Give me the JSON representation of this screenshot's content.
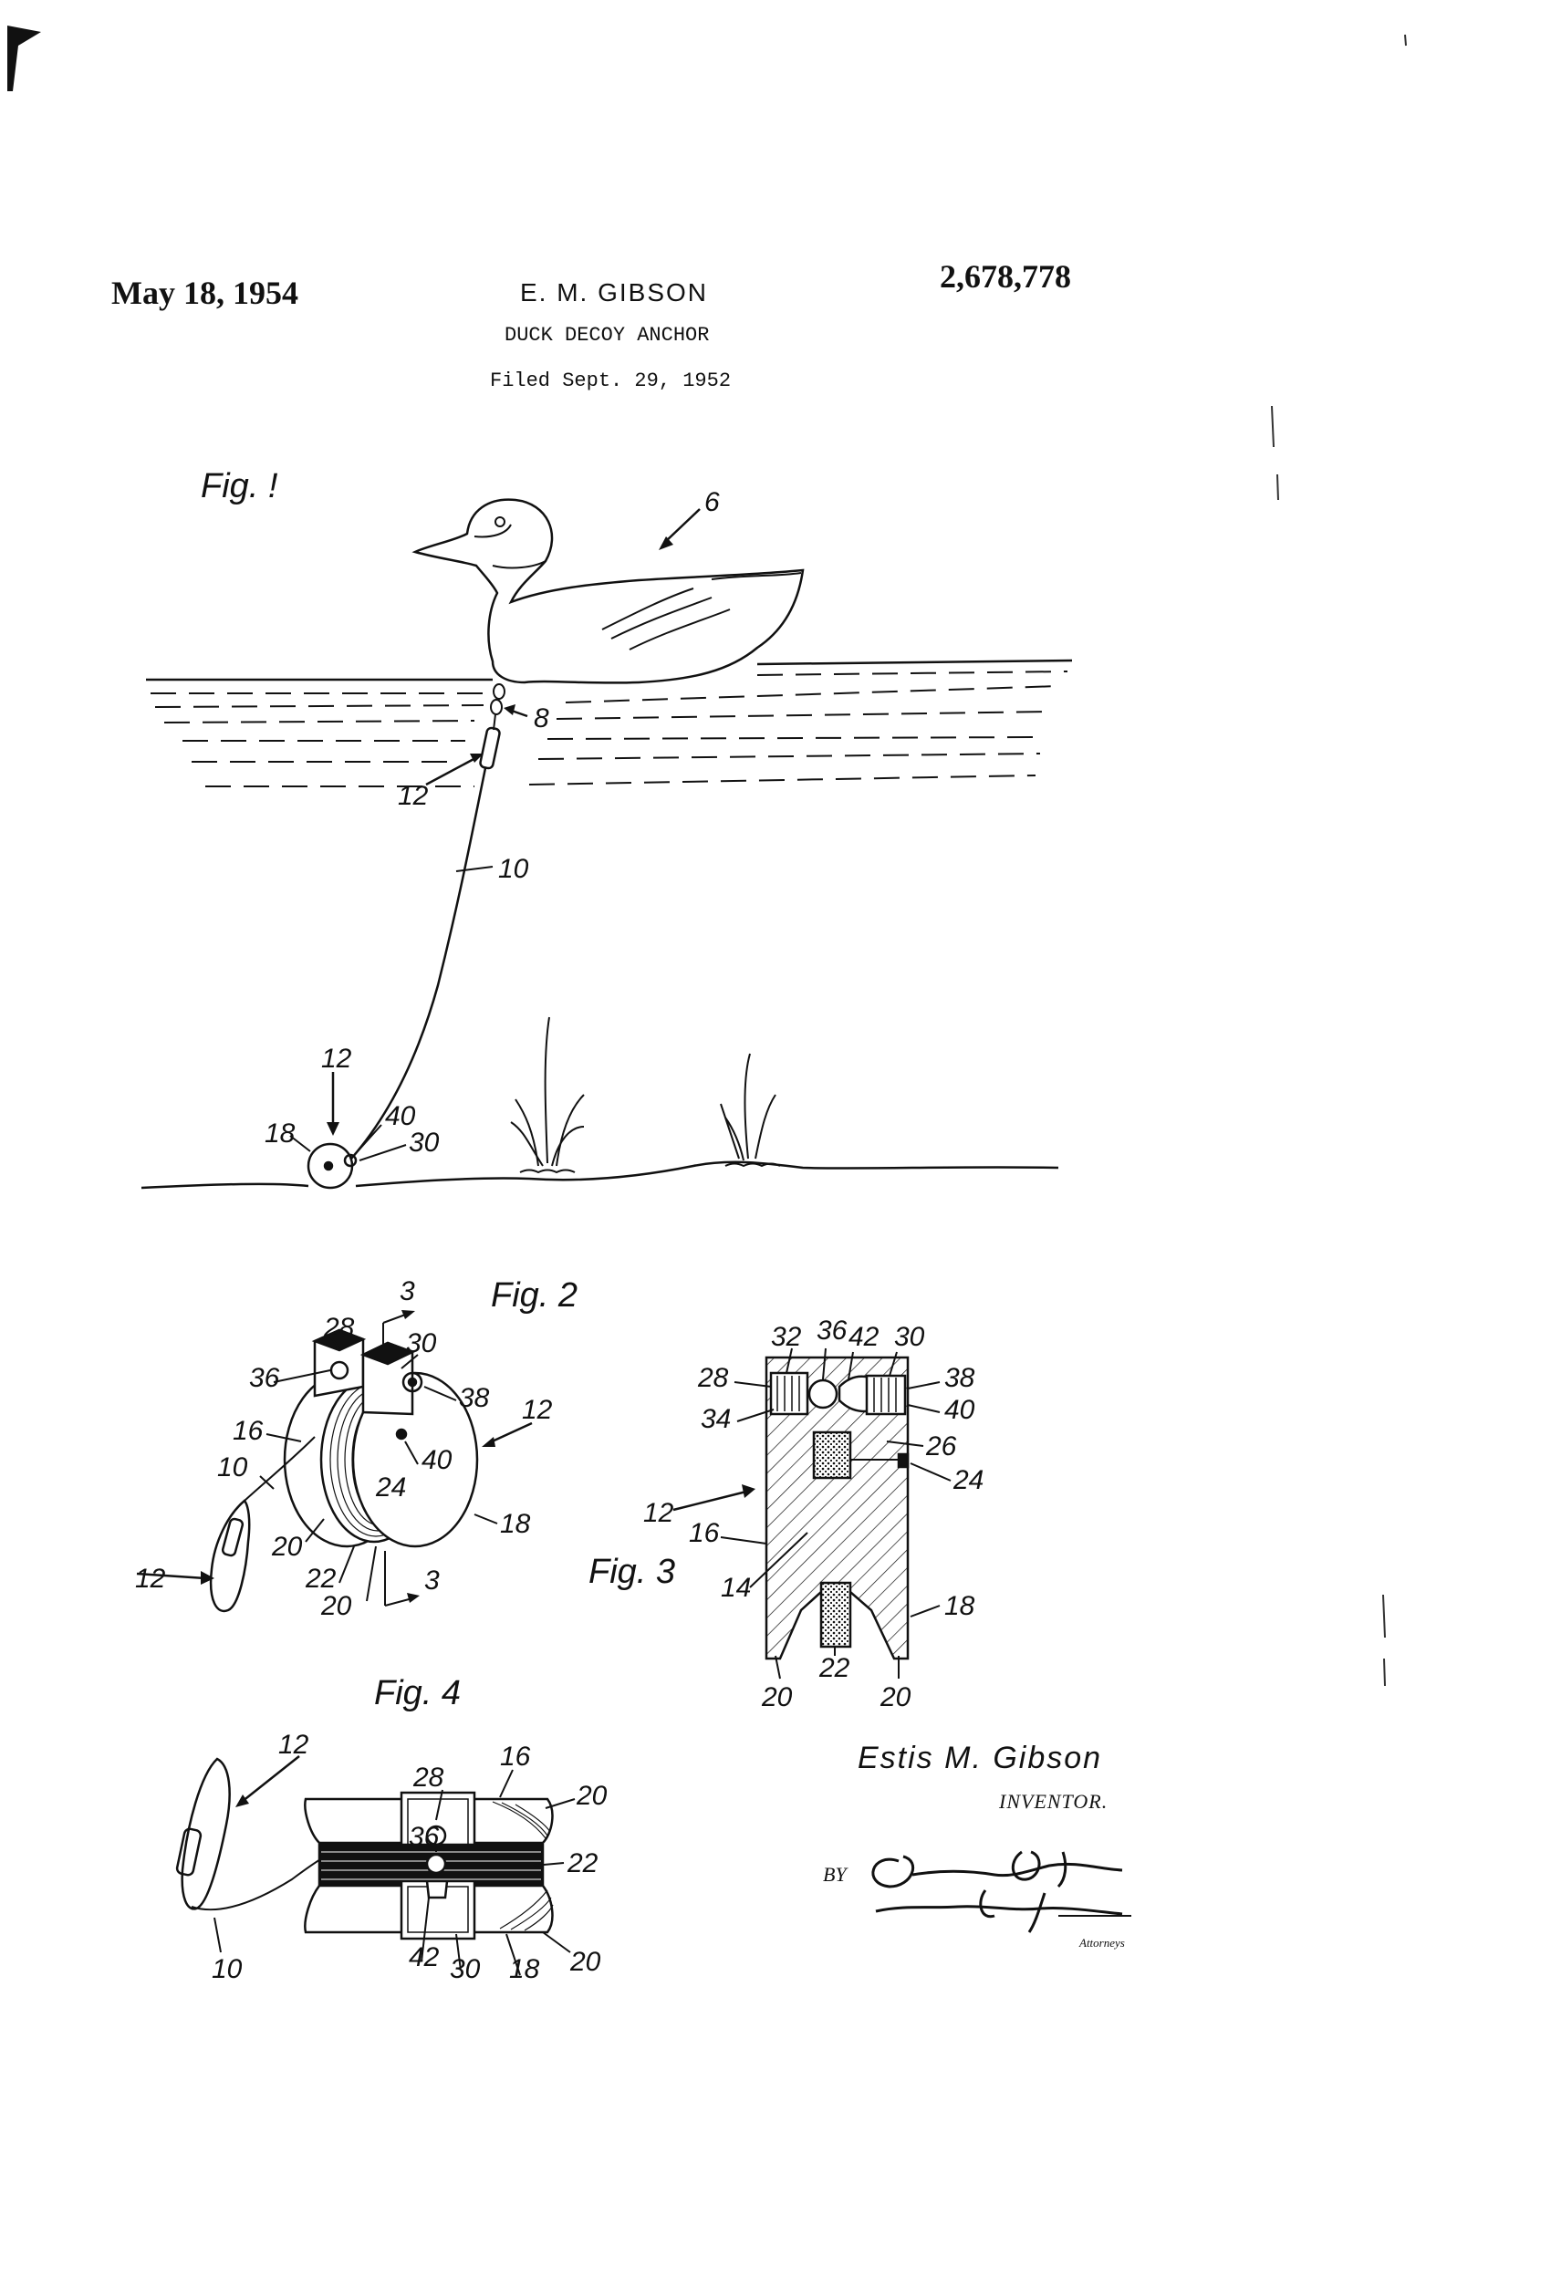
{
  "header": {
    "date": "May 18, 1954",
    "inventor": "E. M. GIBSON",
    "title": "DUCK DECOY ANCHOR",
    "filed": "Filed Sept. 29, 1952",
    "patent_number": "2,678,778"
  },
  "figures": {
    "fig1_label": "Fig. !",
    "fig2_label": "Fig. 2",
    "fig3_label": "Fig. 3",
    "fig4_label": "Fig. 4"
  },
  "fig1_refs": {
    "r6": "6",
    "r8": "8",
    "r12a": "12",
    "r10": "10",
    "r12b": "12",
    "r18": "18",
    "r40": "40",
    "r30": "30"
  },
  "fig2_refs": {
    "r3a": "3",
    "r28": "28",
    "r30": "30",
    "r36": "36",
    "r38": "38",
    "r12a": "12",
    "r16": "16",
    "r10": "10",
    "r40": "40",
    "r24": "24",
    "r18": "18",
    "r12b": "12",
    "r20a": "20",
    "r22": "22",
    "r3b": "3",
    "r20b": "20"
  },
  "fig3_refs": {
    "r32": "32",
    "r36": "36",
    "r42": "42",
    "r30": "30",
    "r28": "28",
    "r38": "38",
    "r34": "34",
    "r40": "40",
    "r26": "26",
    "r12": "12",
    "r24": "24",
    "r16": "16",
    "r14": "14",
    "r18": "18",
    "r22": "22",
    "r20a": "20",
    "r20b": "20"
  },
  "fig4_refs": {
    "r12": "12",
    "r28": "28",
    "r16": "16",
    "r20a": "20",
    "r36": "36",
    "r22": "22",
    "r10": "10",
    "r42": "42",
    "r30": "30",
    "r18": "18",
    "r20b": "20"
  },
  "signature": {
    "inventor_name": "Estis M. Gibson",
    "inventor_role": "INVENTOR.",
    "by": "BY",
    "attorney_line1": "Clarence A. O'Brien",
    "attorney_line2": "and Harvey B. Jacobson",
    "attorneys_label": "Attorneys"
  }
}
